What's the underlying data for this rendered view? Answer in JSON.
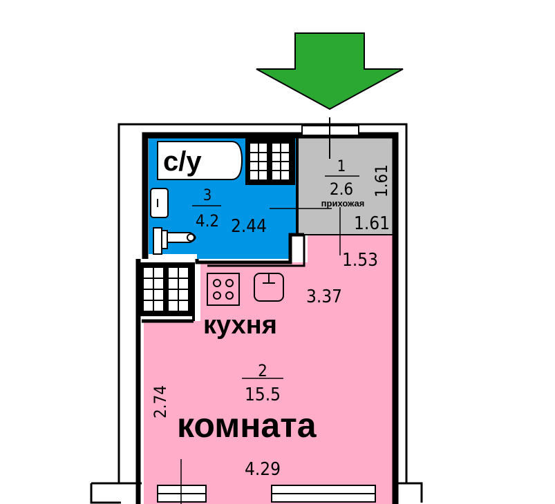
{
  "rooms": {
    "bathroom": {
      "number": "3",
      "area": "4.2",
      "label": "с/у",
      "width_dim": "2.44"
    },
    "hallway": {
      "number": "1",
      "area": "2.6",
      "label": "прихожая",
      "dim_a": "1.61",
      "dim_b": "1.61"
    },
    "kitchen": {
      "label": "кухня",
      "dim_a": "1.53",
      "dim_b": "3.37"
    },
    "living": {
      "number": "2",
      "area": "15.5",
      "label": "комната",
      "dim_height": "2.74",
      "dim_width": "4.29"
    }
  },
  "colors": {
    "bathroom": "#0096e6",
    "hallway": "#c0c0c0",
    "living": "#ffadc8",
    "arrow": "#2aa832",
    "wall": "#000000"
  },
  "entrance_arrow": {
    "icon": "down-arrow-icon"
  }
}
